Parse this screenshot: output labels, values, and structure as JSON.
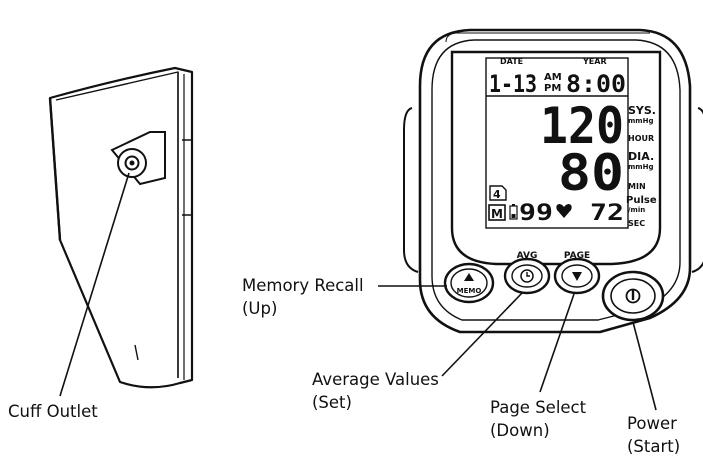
{
  "labels": {
    "memory_recall": [
      "Memory Recall",
      "(Up)"
    ],
    "cuff_outlet": "Cuff Outlet",
    "average_values": [
      "Average Values",
      "(Set)"
    ],
    "page_select": [
      "Page Select",
      "(Down)"
    ],
    "power": [
      "Power",
      "(Start)"
    ]
  },
  "display": {
    "date_caption": "DATE",
    "year_caption": "YEAR",
    "date_value": "1-13",
    "am": "AM",
    "pm": "PM",
    "time_value": "8:00",
    "systolic": "120",
    "diastolic": "80",
    "sys_label": "SYS.",
    "sys_unit": "mmHg",
    "hour_label": "HOUR",
    "dia_label": "DIA.",
    "dia_unit": "mmHg",
    "min_label": "MIN",
    "pulse_label": "Pulse",
    "pulse_unit": "/min",
    "sec_label": "SEC",
    "page_number": "4",
    "memory_badge": "M",
    "memory_count": "99",
    "pulse_value": "72"
  },
  "buttons": {
    "memo_caption": "MEMO",
    "avg_caption": "AVG",
    "page_caption": "PAGE"
  }
}
